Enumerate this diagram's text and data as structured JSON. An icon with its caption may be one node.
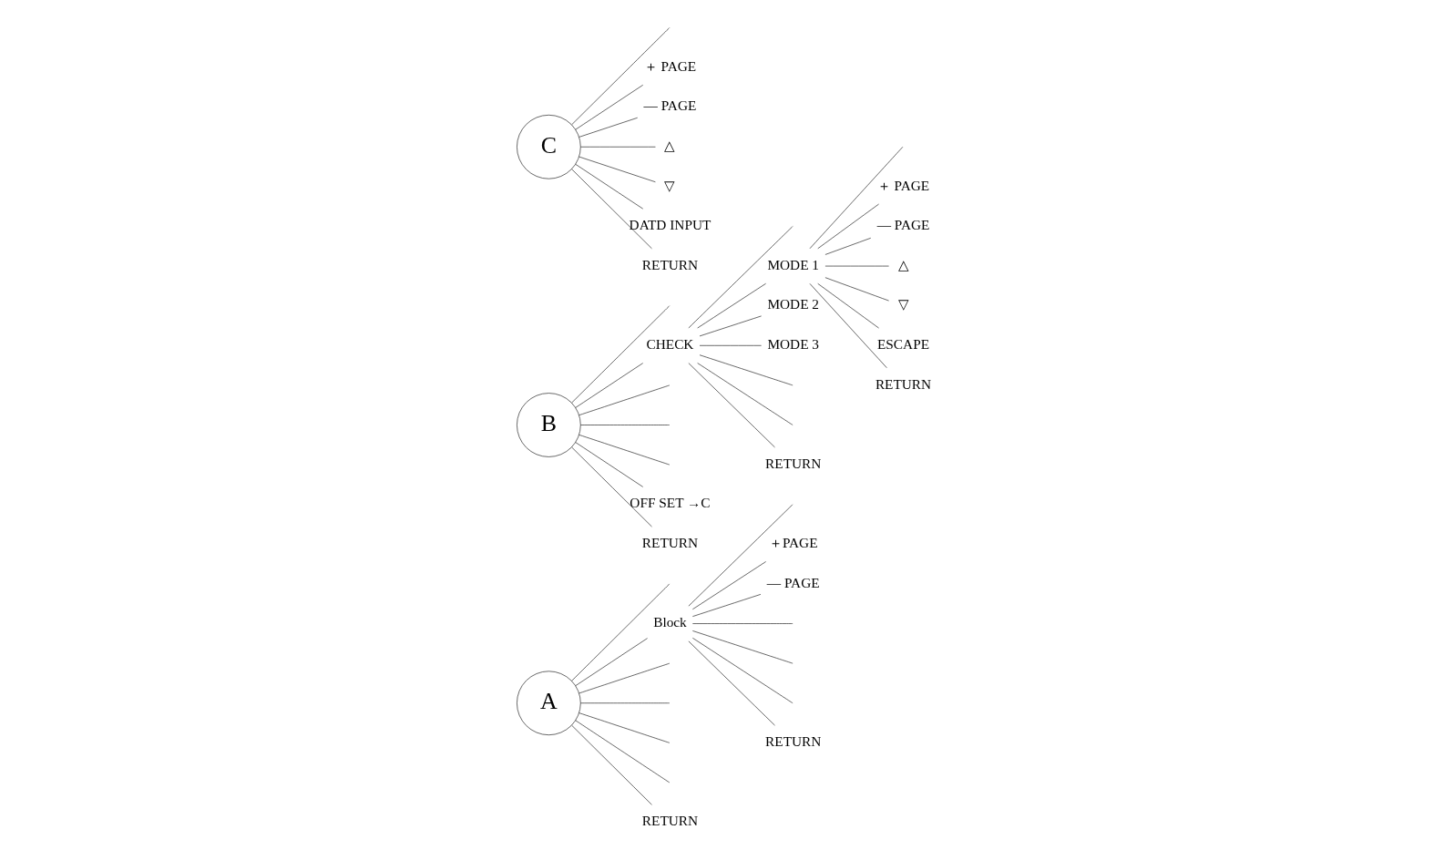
{
  "diagram": {
    "nodes": [
      {
        "text": [
          "A"
        ]
      },
      {
        "text": [
          "Block"
        ]
      },
      {
        "text": [
          "RETURN"
        ]
      },
      {
        "text": [
          "＋PAGE"
        ]
      },
      {
        "text": [
          "— PAGE"
        ]
      },
      {
        "text": [
          "RETURN"
        ]
      },
      {
        "text": [
          "B"
        ]
      },
      {
        "text": [
          "CHECK"
        ]
      },
      {
        "text": [
          "OFF SET →C"
        ]
      },
      {
        "text": [
          "RETURN"
        ]
      },
      {
        "text": [
          "MODE 1"
        ]
      },
      {
        "text": [
          "MODE 2"
        ]
      },
      {
        "text": [
          "MODE 3"
        ]
      },
      {
        "text": [
          "RETURN"
        ]
      },
      {
        "text": [
          "＋ PAGE"
        ]
      },
      {
        "text": [
          "— PAGE"
        ]
      },
      {
        "text": [
          "△"
        ]
      },
      {
        "text": [
          "▽"
        ]
      },
      {
        "text": [
          "ESCAPE"
        ]
      },
      {
        "text": [
          "RETURN"
        ]
      },
      {
        "text": [
          "C"
        ]
      },
      {
        "text": [
          "＋ PAGE"
        ]
      },
      {
        "text": [
          "— PAGE"
        ]
      },
      {
        "text": [
          "△"
        ]
      },
      {
        "text": [
          "▽"
        ]
      },
      {
        "text": [
          "DATD INPUT"
        ]
      },
      {
        "text": [
          "RETURN"
        ]
      }
    ],
    "edges": [
      {
        "from": 0,
        "to": null,
        "arrow": "none"
      },
      {
        "from": 0,
        "to": 1,
        "arrow": "none"
      },
      {
        "from": 0,
        "to": null,
        "arrow": "none"
      },
      {
        "from": 0,
        "to": null,
        "arrow": "none"
      },
      {
        "from": 0,
        "to": null,
        "arrow": "none"
      },
      {
        "from": 0,
        "to": null,
        "arrow": "none"
      },
      {
        "from": 0,
        "to": 2,
        "arrow": "none"
      },
      {
        "from": 1,
        "to": null,
        "arrow": "none"
      },
      {
        "from": 1,
        "to": 3,
        "arrow": "none"
      },
      {
        "from": 1,
        "to": 4,
        "arrow": "none"
      },
      {
        "from": 1,
        "to": null,
        "arrow": "none"
      },
      {
        "from": 1,
        "to": null,
        "arrow": "none"
      },
      {
        "from": 1,
        "to": null,
        "arrow": "none"
      },
      {
        "from": 1,
        "to": 5,
        "arrow": "none"
      },
      {
        "from": 6,
        "to": null,
        "arrow": "none"
      },
      {
        "from": 6,
        "to": 7,
        "arrow": "none"
      },
      {
        "from": 6,
        "to": null,
        "arrow": "none"
      },
      {
        "from": 6,
        "to": null,
        "arrow": "none"
      },
      {
        "from": 6,
        "to": null,
        "arrow": "none"
      },
      {
        "from": 6,
        "to": 8,
        "arrow": "none"
      },
      {
        "from": 6,
        "to": 9,
        "arrow": "none"
      },
      {
        "from": 7,
        "to": null,
        "arrow": "none"
      },
      {
        "from": 7,
        "to": 10,
        "arrow": "none"
      },
      {
        "from": 7,
        "to": 11,
        "arrow": "none"
      },
      {
        "from": 7,
        "to": 12,
        "arrow": "none"
      },
      {
        "from": 7,
        "to": null,
        "arrow": "none"
      },
      {
        "from": 7,
        "to": null,
        "arrow": "none"
      },
      {
        "from": 7,
        "to": 13,
        "arrow": "none"
      },
      {
        "from": 10,
        "to": null,
        "arrow": "none"
      },
      {
        "from": 10,
        "to": 14,
        "arrow": "none"
      },
      {
        "from": 10,
        "to": 15,
        "arrow": "none"
      },
      {
        "from": 10,
        "to": 16,
        "arrow": "none"
      },
      {
        "from": 10,
        "to": 17,
        "arrow": "none"
      },
      {
        "from": 10,
        "to": 18,
        "arrow": "none"
      },
      {
        "from": 10,
        "to": 19,
        "arrow": "none"
      },
      {
        "from": 20,
        "to": null,
        "arrow": "none"
      },
      {
        "from": 20,
        "to": 21,
        "arrow": "none"
      },
      {
        "from": 20,
        "to": 22,
        "arrow": "none"
      },
      {
        "from": 20,
        "to": 23,
        "arrow": "none"
      },
      {
        "from": 20,
        "to": 24,
        "arrow": "none"
      },
      {
        "from": 20,
        "to": 25,
        "arrow": "none"
      },
      {
        "from": 20,
        "to": 26,
        "arrow": "none"
      }
    ]
  }
}
